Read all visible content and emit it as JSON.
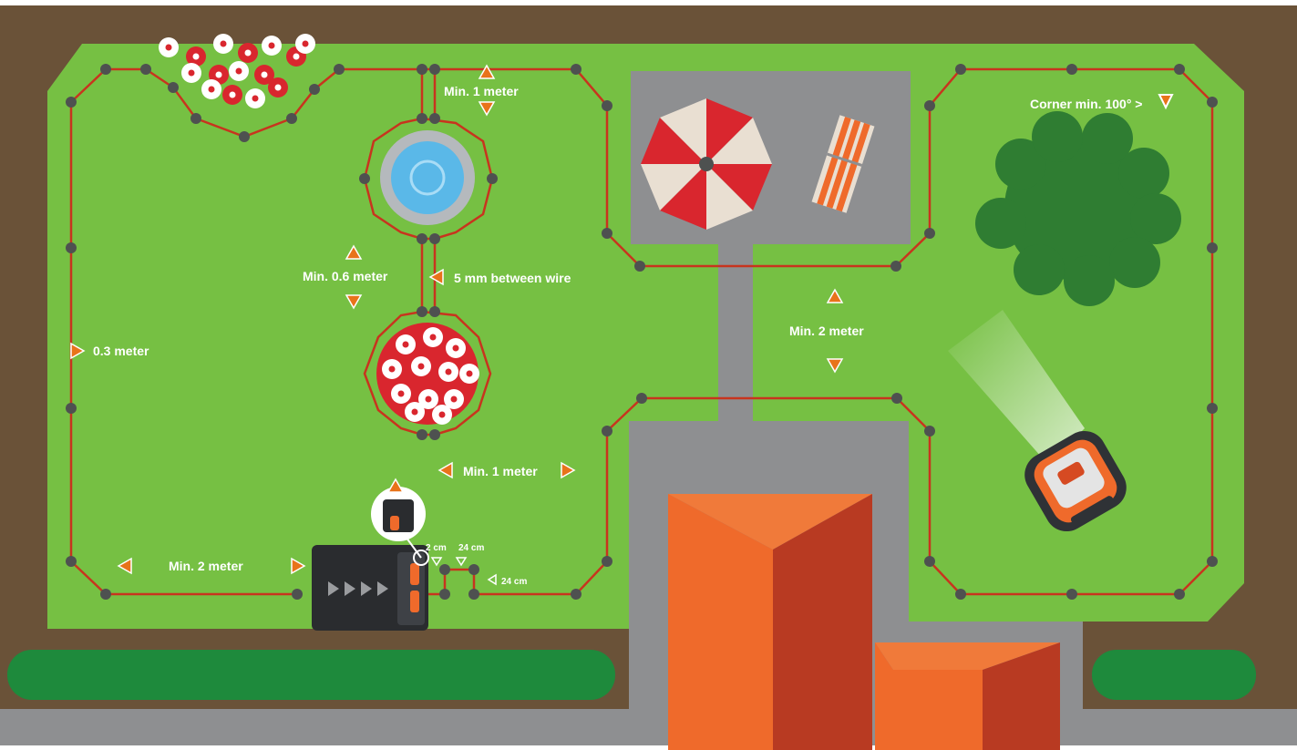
{
  "labels": {
    "min_1_meter_top": "Min. 1 meter",
    "corner_min": "Corner min. 100° >",
    "min_06_meter": "Min. 0.6 meter",
    "wire_gap": "5 mm between wire",
    "min_2_meter_right": "Min. 2 meter",
    "dist_03_meter": "0.3 meter",
    "min_1_meter_bottom": "Min. 1 meter",
    "min_2_meter_bottom": "Min. 2 meter",
    "dist_2_cm": "2 cm",
    "dist_24_cm_top": "24 cm",
    "dist_24_cm_side": "24 cm"
  },
  "colors": {
    "soil": "#6a5238",
    "lawn": "#76c043",
    "paving": "#8e8f91",
    "hedge": "#1e8a3c",
    "wire": "#c8341e",
    "peg": "#4e5150",
    "marker": "#e8731a",
    "roof_light": "#ef6a2b",
    "roof_dark": "#b83a22",
    "water": "#5ab8e8",
    "tree": "#2f7d32",
    "flower_red": "#d9262e"
  },
  "icons": [
    "flower-bed-icon",
    "fountain-icon",
    "parasol-icon",
    "sun-lounger-icon",
    "tree-icon",
    "robot-mower-icon",
    "charging-station-icon",
    "house-roof-icon",
    "hedge-icon",
    "distance-marker-icon"
  ]
}
